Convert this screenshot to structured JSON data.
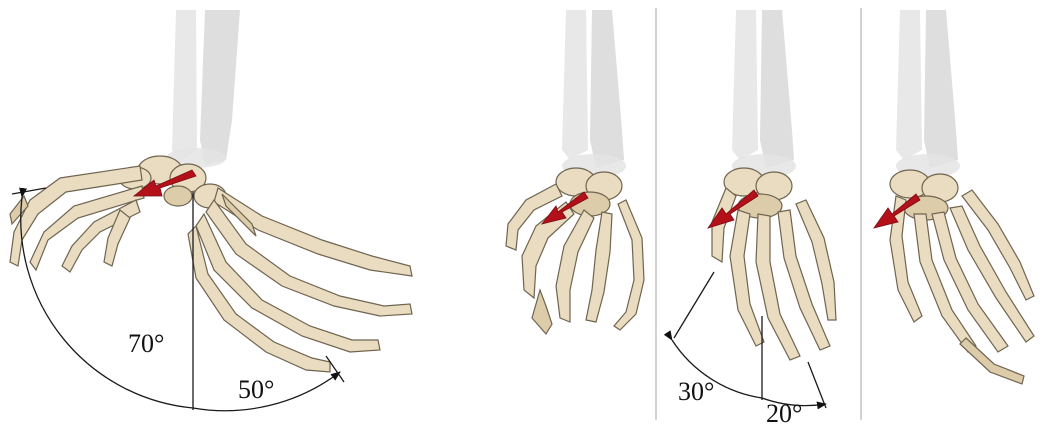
{
  "figure": {
    "panels": [
      {
        "id": "panel-1",
        "angles": [
          "70°",
          "50°"
        ]
      },
      {
        "id": "panel-2",
        "angles": []
      },
      {
        "id": "panel-3",
        "angles": [
          "30°",
          "20°"
        ]
      },
      {
        "id": "panel-4",
        "angles": []
      }
    ],
    "colors": {
      "bone": "#e9dcc0",
      "bone_outline": "#6f6450",
      "forearm": "#e4e4e4",
      "arrow": "#b3101a",
      "divider": "#b9b9b9"
    }
  }
}
